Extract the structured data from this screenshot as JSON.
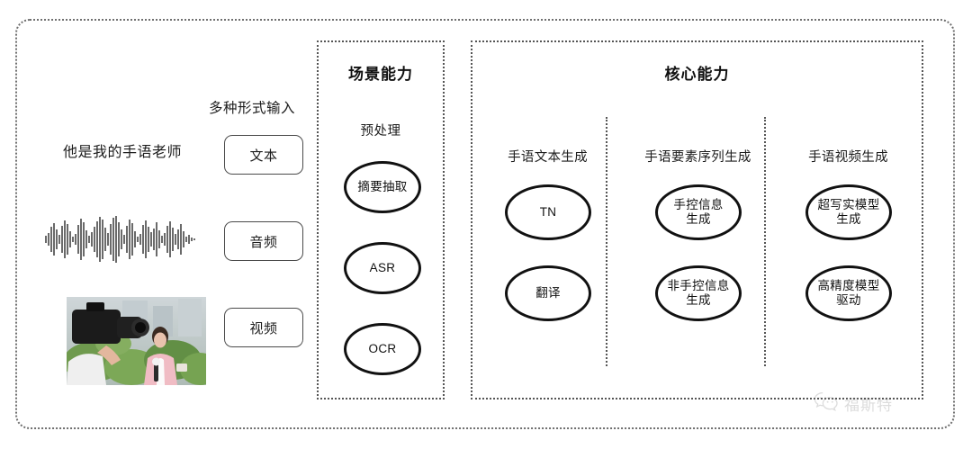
{
  "diagram": {
    "title": "Sign Language Generation Capability Architecture",
    "background": "#ffffff",
    "border_color": "#6f6f6f"
  },
  "input_section": {
    "caption": "多种形式输入",
    "sample_text": "他是我的手语老师",
    "waveform_icon": "audio-waveform",
    "video_icon": "video-thumbnail",
    "modalities": [
      {
        "label": "文本",
        "icon": "text-icon"
      },
      {
        "label": "音频",
        "icon": "audio-icon"
      },
      {
        "label": "视频",
        "icon": "video-icon"
      }
    ]
  },
  "scene_panel": {
    "title": "场景能力",
    "subsection": "预处理",
    "items": [
      {
        "label": "摘要抽取"
      },
      {
        "label": "ASR"
      },
      {
        "label": "OCR"
      }
    ]
  },
  "core_panel": {
    "title": "核心能力",
    "columns": [
      {
        "label": "手语文本生成",
        "items": [
          {
            "label": "TN"
          },
          {
            "label": "翻译"
          }
        ]
      },
      {
        "label": "手语要素序列生成",
        "items": [
          {
            "label": "手控信息\n生成",
            "line1": "手控信息",
            "line2": "生成"
          },
          {
            "label": "非手控信息\n生成",
            "line1": "非手控信息",
            "line2": "生成"
          }
        ]
      },
      {
        "label": "手语视频生成",
        "items": [
          {
            "label": "超写实模型\n生成",
            "line1": "超写实模型",
            "line2": "生成"
          },
          {
            "label": "高精度模型\n驱动",
            "line1": "高精度模型",
            "line2": "驱动"
          }
        ]
      }
    ]
  },
  "watermark": {
    "text": "福斯特",
    "icon": "wechat-icon",
    "color": "#8d8d8d"
  }
}
